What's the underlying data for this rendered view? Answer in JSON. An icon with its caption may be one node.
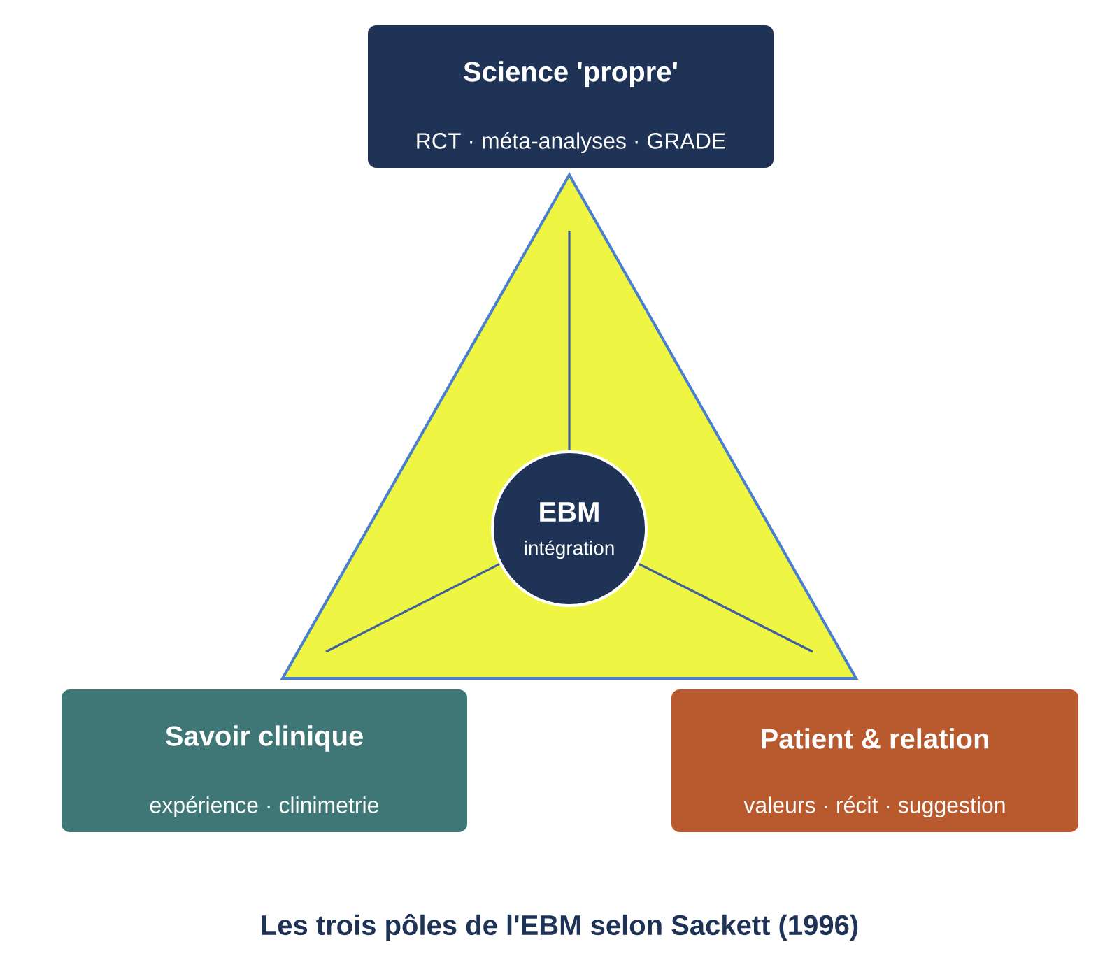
{
  "diagram": {
    "caption": "Les trois pôles de l'EBM selon Sackett (1996)",
    "nodes": [
      {
        "text": [
          "Science 'propre'",
          "RCT · méta-analyses · GRADE"
        ]
      },
      {
        "text": [],
        "shape": "triangle"
      },
      {
        "text": [
          "EBM",
          "intégration"
        ],
        "in": 1
      },
      {
        "text": [
          "Savoir clinique",
          "expérience · clinimetrie"
        ]
      },
      {
        "text": [
          "Patient & relation",
          "valeurs · récit · suggestion"
        ]
      }
    ],
    "edges": [
      {
        "from": 2,
        "to": 0,
        "arrow": "none"
      },
      {
        "from": 2,
        "to": 3,
        "arrow": "none"
      },
      {
        "from": 2,
        "to": 4,
        "arrow": "none"
      }
    ]
  }
}
